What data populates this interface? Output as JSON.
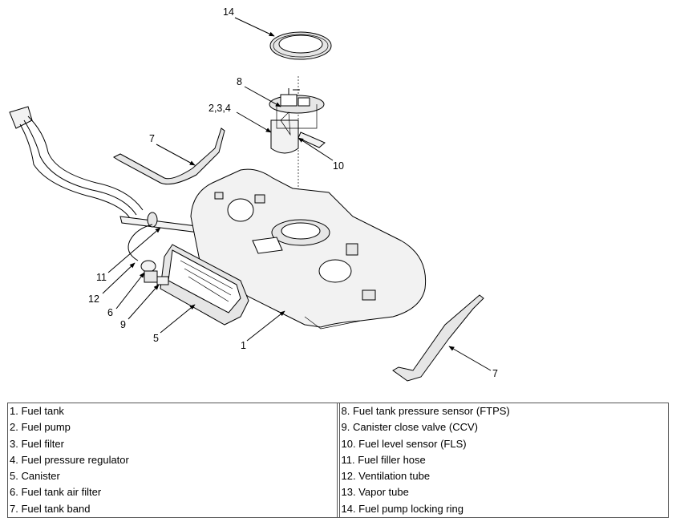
{
  "callouts": {
    "c14": "14",
    "c8": "8",
    "c234": "2,3,4",
    "c7a": "7",
    "c10": "10",
    "c11": "11",
    "c12": "12",
    "c6": "6",
    "c9": "9",
    "c5": "5",
    "c1": "1",
    "c7b": "7"
  },
  "legend": {
    "left": [
      "1. Fuel tank",
      "2. Fuel pump",
      "3. Fuel filter",
      "4. Fuel pressure regulator",
      "5. Canister",
      "6. Fuel tank air filter",
      "7. Fuel tank band"
    ],
    "right": [
      "8. Fuel tank pressure sensor (FTPS)",
      "9. Canister close valve (CCV)",
      "10. Fuel level sensor (FLS)",
      "11. Fuel filler hose",
      "12. Ventilation tube",
      "13. Vapor tube",
      "14. Fuel pump locking ring"
    ]
  }
}
